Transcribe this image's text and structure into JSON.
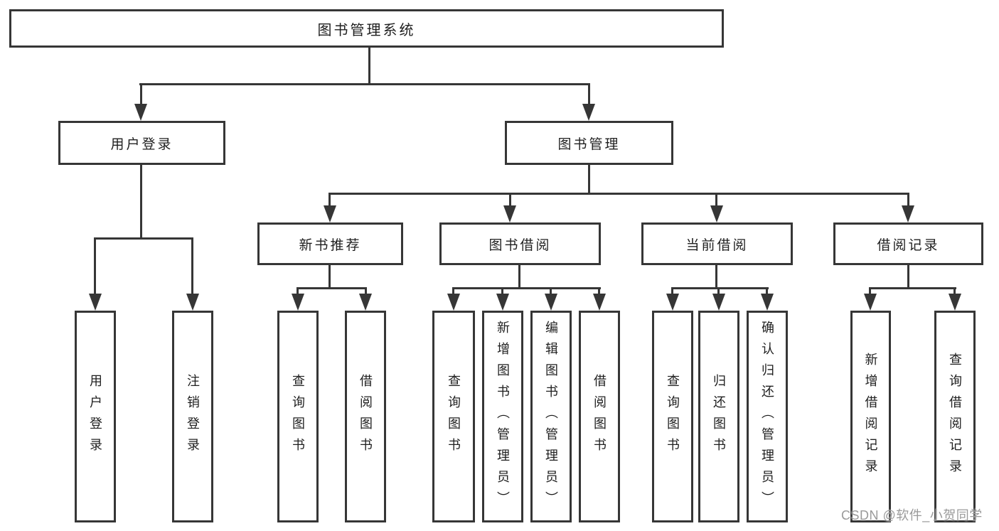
{
  "colors": {
    "line": "#363636",
    "box_border": "#363636",
    "text": "#1f1f1f",
    "watermark": "#9a9a9a",
    "background": "#ffffff"
  },
  "diagram": {
    "root": {
      "label": "图书管理系统"
    },
    "branches": [
      {
        "label": "用户登录",
        "children": [
          {
            "label": "用户登录"
          },
          {
            "label": "注销登录"
          }
        ]
      },
      {
        "label": "图书管理",
        "children": [
          {
            "label": "新书推荐",
            "children": [
              {
                "label": "查询图书"
              },
              {
                "label": "借阅图书"
              }
            ]
          },
          {
            "label": "图书借阅",
            "children": [
              {
                "label": "查询图书"
              },
              {
                "label": "新增图书（管理员）"
              },
              {
                "label": "编辑图书（管理员）"
              },
              {
                "label": "借阅图书"
              }
            ]
          },
          {
            "label": "当前借阅",
            "children": [
              {
                "label": "查询图书"
              },
              {
                "label": "归还图书"
              },
              {
                "label": "确认归还（管理员）"
              }
            ]
          },
          {
            "label": "借阅记录",
            "children": [
              {
                "label": "新增借阅记录"
              },
              {
                "label": "查询借阅记录"
              }
            ]
          }
        ]
      }
    ]
  },
  "watermark": {
    "text": "CSDN @软件_小贺同学"
  }
}
